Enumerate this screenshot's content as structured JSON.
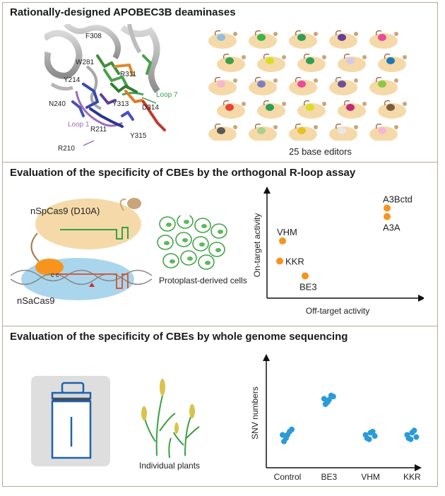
{
  "panels": {
    "p1": {
      "title": "Rationally-designed APOBEC3B deaminases",
      "residues": [
        "F308",
        "W281",
        "R311",
        "Y214",
        "N240",
        "Y313",
        "D314",
        "R211",
        "Y315",
        "R210"
      ],
      "loop7": "Loop 7",
      "loop1": "Loop 1",
      "caption": "25 base editors",
      "editor_colors": [
        "#8fbfe0",
        "#39b54a",
        "#2e9d57",
        "#6a3d9a",
        "#e84b9a",
        "#3d9f49",
        "#d7df23",
        "#2f9e57",
        "#d8c8e8",
        "#1f78b4",
        "#f7b6d2",
        "#7b7fc2",
        "#e84b9a",
        "#6b4e9a",
        "#8dc63f",
        "#e8433a",
        "#2e9d57",
        "#d7df23",
        "#c12a7a",
        "#7a5c3e",
        "#5a5a5a",
        "#a8d08d",
        "#e6c220",
        "#e8e8e8",
        "#f7b6d2"
      ]
    },
    "p2": {
      "title": "Evaluation of the specificity of CBEs by the orthogonal R-loop assay",
      "nspcas9": "nSpCas9 (D10A)",
      "nsacas9": "nSaCas9",
      "c_marks": "c c",
      "cells_label": "Protoplast-derived cells"
    },
    "p3": {
      "title": "Evaluation of the specificity of CBEs by whole genome sequencing",
      "plants_label": "Individual plants"
    }
  },
  "chart_data": [
    {
      "type": "scatter",
      "xlabel": "Off-target activity",
      "ylabel": "On-target activity",
      "xlim": [
        0,
        1
      ],
      "ylim": [
        0,
        1
      ],
      "grid": false,
      "color": "#f7941d",
      "points": [
        {
          "label": "A3Bctd",
          "x": 0.85,
          "y": 0.85
        },
        {
          "label": "A3A",
          "x": 0.85,
          "y": 0.77
        },
        {
          "label": "VHM",
          "x": 0.11,
          "y": 0.54
        },
        {
          "label": "KKR",
          "x": 0.09,
          "y": 0.35
        },
        {
          "label": "BE3",
          "x": 0.27,
          "y": 0.21
        }
      ]
    },
    {
      "type": "scatter",
      "xlabel": "",
      "ylabel": "SNV numbers",
      "ylim": [
        0,
        1
      ],
      "grid": false,
      "color": "#2b9bd8",
      "categories": [
        "Control",
        "BE3",
        "VHM",
        "KKR"
      ],
      "values": [
        [
          0.3,
          0.27,
          0.33,
          0.24,
          0.3,
          0.35
        ],
        [
          0.63,
          0.6,
          0.66,
          0.58,
          0.62,
          0.65
        ],
        [
          0.3,
          0.26,
          0.33,
          0.27,
          0.32,
          0.29
        ],
        [
          0.3,
          0.26,
          0.34,
          0.27,
          0.32,
          0.28
        ]
      ]
    }
  ]
}
